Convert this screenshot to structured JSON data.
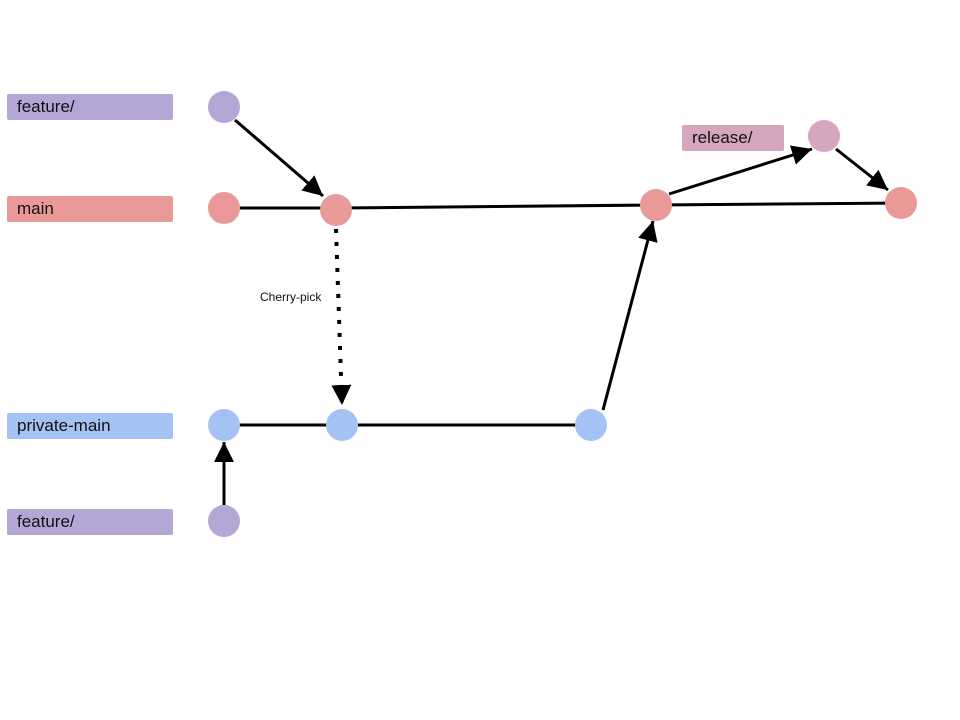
{
  "branches": {
    "feature_top": {
      "label": "feature/",
      "color": "#b4a7d6"
    },
    "main": {
      "label": "main",
      "color": "#ea9999"
    },
    "release": {
      "label": "release/",
      "color": "#d5a6bd"
    },
    "private_main": {
      "label": "private-main",
      "color": "#a4c2f4"
    },
    "feature_bottom": {
      "label": "feature/",
      "color": "#b4a7d6"
    }
  },
  "annotation": {
    "cherry_pick": "Cherry-pick"
  },
  "colors": {
    "edge": "#000000",
    "background": "#ffffff"
  }
}
